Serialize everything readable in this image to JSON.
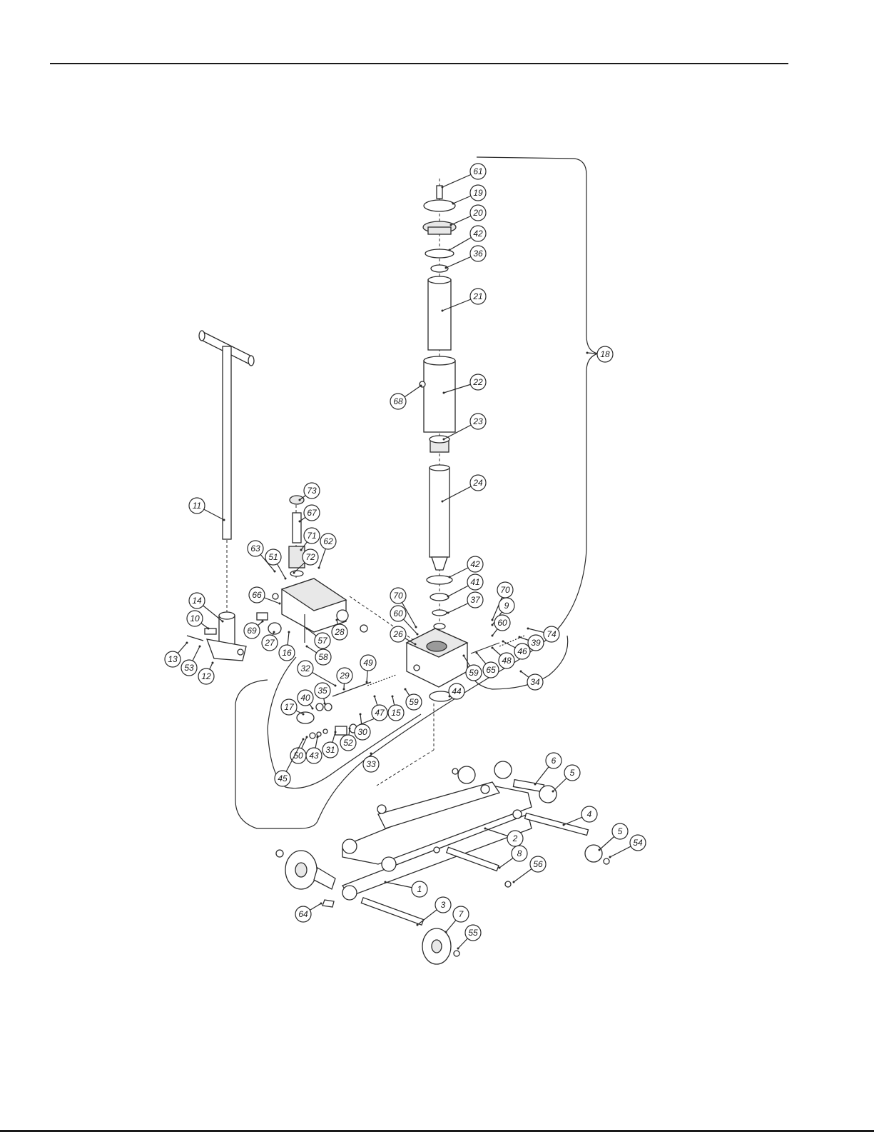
{
  "parts": [
    "61",
    "19",
    "20",
    "42",
    "36",
    "21",
    "18",
    "22",
    "68",
    "23",
    "24",
    "73",
    "11",
    "67",
    "71",
    "62",
    "63",
    "51",
    "72",
    "42b",
    "41",
    "70",
    "37",
    "70b",
    "14",
    "66",
    "60",
    "9",
    "60b",
    "74",
    "10",
    "69",
    "39",
    "27",
    "28",
    "16",
    "57",
    "26",
    "46",
    "13",
    "53",
    "12",
    "58",
    "48",
    "65",
    "59",
    "49",
    "32",
    "29",
    "34",
    "40",
    "35",
    "17",
    "47",
    "15",
    "59b",
    "44",
    "30",
    "52",
    "31",
    "43",
    "50",
    "45",
    "33",
    "6",
    "5",
    "4",
    "2",
    "5b",
    "54",
    "8",
    "56",
    "1",
    "3",
    "64",
    "7",
    "55"
  ],
  "labels": {
    "61": "61",
    "19": "19",
    "20": "20",
    "42": "42",
    "36": "36",
    "21": "21",
    "18": "18",
    "22": "22",
    "68": "68",
    "23": "23",
    "24": "24",
    "73": "73",
    "11": "11",
    "67": "67",
    "71": "71",
    "62": "62",
    "63": "63",
    "51": "51",
    "72": "72",
    "42b": "42",
    "41": "41",
    "70": "70",
    "37": "37",
    "70b": "70",
    "14": "14",
    "66": "66",
    "60": "60",
    "9": "9",
    "60b": "60",
    "74": "74",
    "10": "10",
    "69": "69",
    "39": "39",
    "27": "27",
    "28": "28",
    "16": "16",
    "57": "57",
    "26": "26",
    "46": "46",
    "13": "13",
    "53": "53",
    "12": "12",
    "58": "58",
    "48": "48",
    "65": "65",
    "59": "59",
    "49": "49",
    "32": "32",
    "29": "29",
    "34": "34",
    "40": "40",
    "35": "35",
    "17": "17",
    "47": "47",
    "15": "15",
    "59b": "59",
    "44": "44",
    "30": "30",
    "52": "52",
    "31": "31",
    "43": "43",
    "50": "50",
    "45": "45",
    "33": "33",
    "6": "6",
    "5": "5",
    "4": "4",
    "2": "2",
    "5b": "5",
    "54": "54",
    "8": "8",
    "56": "56",
    "1": "1",
    "3": "3",
    "64": "64",
    "7": "7",
    "55": "55"
  }
}
